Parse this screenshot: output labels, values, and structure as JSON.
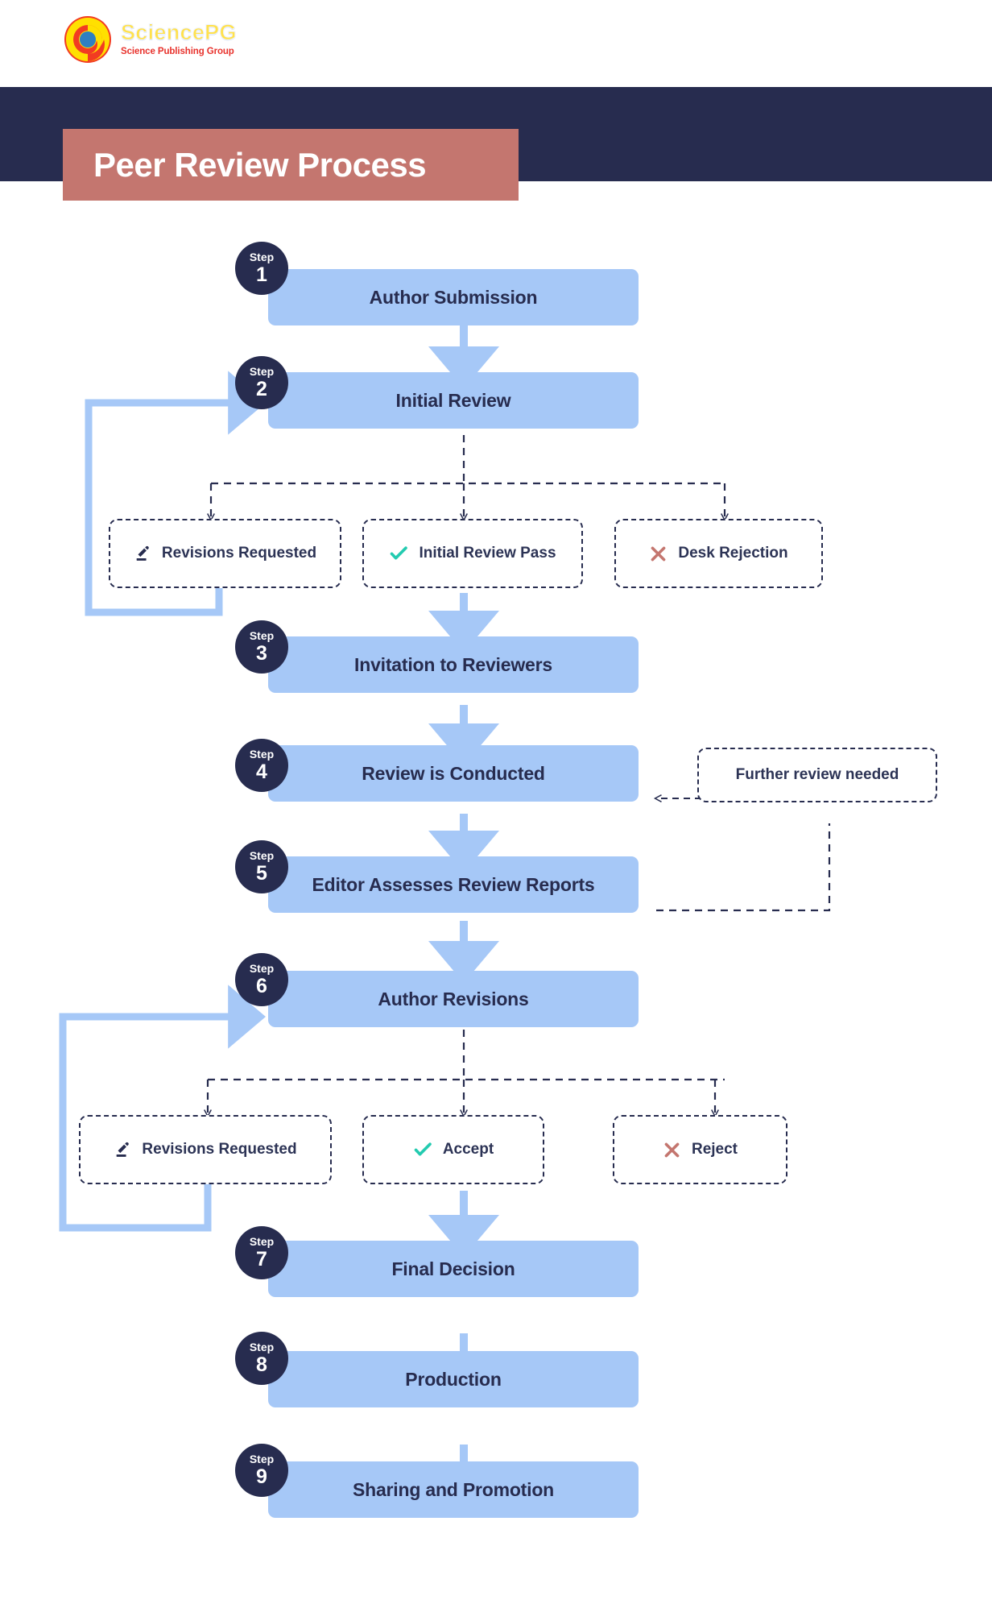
{
  "brand": {
    "logo_icon": "sciencepg-spiral-logo",
    "name": "SciencePG",
    "tagline": "Science Publishing Group"
  },
  "header": {
    "title": "Peer Review Process",
    "band_color": "#272c4f",
    "title_block_color": "#c4766f"
  },
  "palette": {
    "step_box": "#a6c8f7",
    "badge": "#272c4f",
    "arrow_blue": "#a6c8f7",
    "dashed_line": "#272c4f",
    "accept_green": "#23cbb0",
    "reject_red": "#c4766f",
    "text_dark": "#272c4f"
  },
  "steps": [
    {
      "num": "1",
      "word": "Step",
      "label": "Author Submission"
    },
    {
      "num": "2",
      "word": "Step",
      "label": "Initial Review"
    },
    {
      "num": "3",
      "word": "Step",
      "label": "Invitation to Reviewers"
    },
    {
      "num": "4",
      "word": "Step",
      "label": "Review is Conducted"
    },
    {
      "num": "5",
      "word": "Step",
      "label": "Editor Assesses Review Reports"
    },
    {
      "num": "6",
      "word": "Step",
      "label": "Author Revisions"
    },
    {
      "num": "7",
      "word": "Step",
      "label": "Final Decision"
    },
    {
      "num": "8",
      "word": "Step",
      "label": "Production"
    },
    {
      "num": "9",
      "word": "Step",
      "label": "Sharing and Promotion"
    }
  ],
  "branch_one": {
    "from_step": "2",
    "outcomes": [
      {
        "label": "Revisions Requested",
        "icon": "pencil-icon",
        "icon_color": "#272c4f"
      },
      {
        "label": "Initial Review Pass",
        "icon": "check-icon",
        "icon_color": "#23cbb0"
      },
      {
        "label": "Desk Rejection",
        "icon": "cross-icon",
        "icon_color": "#c4766f"
      }
    ]
  },
  "branch_two": {
    "from_step": "6",
    "outcomes": [
      {
        "label": "Revisions Requested",
        "icon": "pencil-icon",
        "icon_color": "#272c4f"
      },
      {
        "label": "Accept",
        "icon": "check-icon",
        "icon_color": "#23cbb0"
      },
      {
        "label": "Reject",
        "icon": "cross-icon",
        "icon_color": "#c4766f"
      }
    ]
  },
  "side_note": {
    "label": "Further review needed",
    "points_to_step": "4",
    "comes_from_step": "5"
  }
}
